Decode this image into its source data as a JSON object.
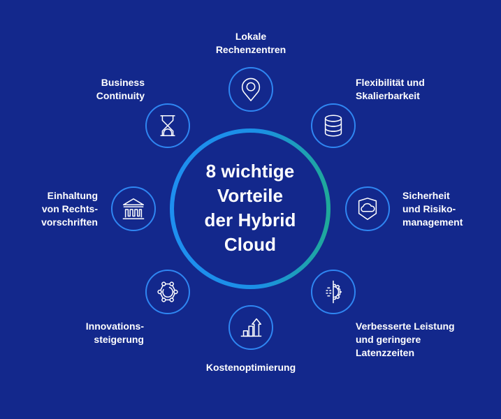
{
  "background_color": "#13288c",
  "center": {
    "title_lines": [
      "8 wichtige",
      "Vorteile",
      "der Hybrid",
      "Cloud"
    ],
    "ring_gradient": [
      "#1e8ff0",
      "#1fa99a"
    ]
  },
  "benefits": [
    {
      "id": "top",
      "icon": "location-pin-icon",
      "lines": [
        "Lokale",
        "Rechenzentren"
      ]
    },
    {
      "id": "top-right",
      "icon": "database-icon",
      "lines": [
        "Flexibilität und",
        "Skalierbarkeit"
      ]
    },
    {
      "id": "right",
      "icon": "shield-cloud-icon",
      "lines": [
        "Sicherheit",
        "und Risiko-",
        "management"
      ]
    },
    {
      "id": "bottom-right",
      "icon": "performance-gear-icon",
      "lines": [
        "Verbesserte Leistung",
        "und geringere",
        "Latenzzeiten"
      ]
    },
    {
      "id": "bottom",
      "icon": "growth-chart-icon",
      "lines": [
        "Kostenoptimierung"
      ]
    },
    {
      "id": "bottom-left",
      "icon": "innovation-network-icon",
      "lines": [
        "Innovations-",
        "steigerung"
      ]
    },
    {
      "id": "left",
      "icon": "courthouse-icon",
      "lines": [
        "Einhaltung",
        "von Rechts-",
        "vorschriften"
      ]
    },
    {
      "id": "top-left",
      "icon": "hourglass-icon",
      "lines": [
        "Business",
        "Continuity"
      ]
    }
  ],
  "colors": {
    "icon_ring": "#2f86f2",
    "text": "#ffffff"
  }
}
